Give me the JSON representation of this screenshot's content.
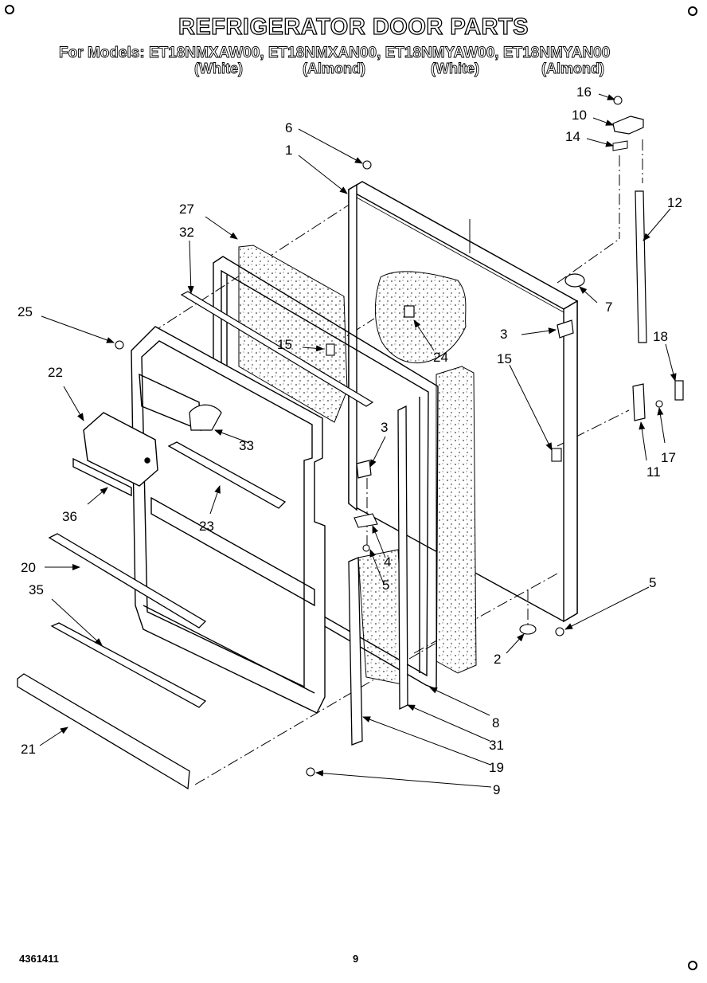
{
  "title": "REFRIGERATOR DOOR PARTS",
  "models_line": "For Models: ET18NMXAW00, ET18NMXAN00, ET18NMYAW00, ET18NMYAN00",
  "model_colors": [
    "(White)",
    "(Almond)",
    "(White)",
    "(Almond)"
  ],
  "callouts": {
    "c1": "1",
    "c2": "2",
    "c3a": "3",
    "c3b": "3",
    "c4": "4",
    "c5a": "5",
    "c5b": "5",
    "c6": "6",
    "c7": "7",
    "c8": "8",
    "c9": "9",
    "c10": "10",
    "c11": "11",
    "c12": "12",
    "c14": "14",
    "c15a": "15",
    "c15b": "15",
    "c16": "16",
    "c17": "17",
    "c18": "18",
    "c19": "19",
    "c20": "20",
    "c21": "21",
    "c22": "22",
    "c23": "23",
    "c24": "24",
    "c25": "25",
    "c27": "27",
    "c31": "31",
    "c32": "32",
    "c33": "33",
    "c35": "35",
    "c36": "36"
  },
  "footer": {
    "doc_number": "4361411",
    "page_number": "9"
  }
}
